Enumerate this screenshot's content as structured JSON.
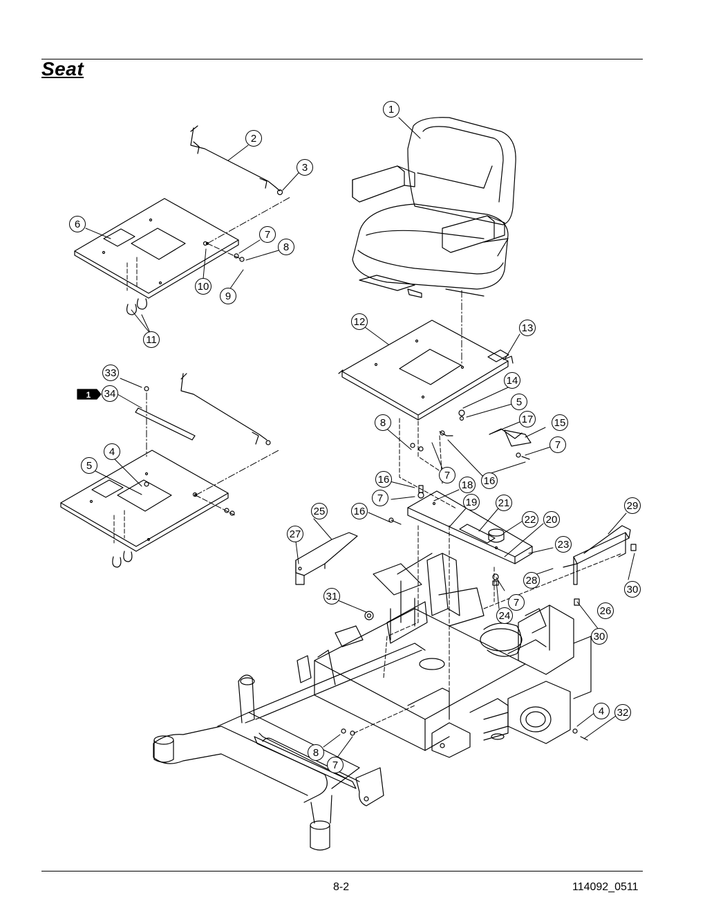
{
  "page": {
    "title": "Seat",
    "page_number": "8-2",
    "document_code": "114092_0511"
  },
  "note_flag": {
    "label": "1"
  },
  "callouts": [
    {
      "id": "c1",
      "label": "1"
    },
    {
      "id": "c2",
      "label": "2"
    },
    {
      "id": "c3",
      "label": "3"
    },
    {
      "id": "c6",
      "label": "6"
    },
    {
      "id": "c7a",
      "label": "7"
    },
    {
      "id": "c8a",
      "label": "8"
    },
    {
      "id": "c10",
      "label": "10"
    },
    {
      "id": "c9",
      "label": "9"
    },
    {
      "id": "c11",
      "label": "11"
    },
    {
      "id": "c12",
      "label": "12"
    },
    {
      "id": "c13",
      "label": "13"
    },
    {
      "id": "c14",
      "label": "14"
    },
    {
      "id": "c5a",
      "label": "5"
    },
    {
      "id": "c17",
      "label": "17"
    },
    {
      "id": "c15",
      "label": "15"
    },
    {
      "id": "c8b",
      "label": "8"
    },
    {
      "id": "c7b",
      "label": "7"
    },
    {
      "id": "c7c",
      "label": "7"
    },
    {
      "id": "c16a",
      "label": "16"
    },
    {
      "id": "c33",
      "label": "33"
    },
    {
      "id": "c34",
      "label": "34"
    },
    {
      "id": "c4a",
      "label": "4"
    },
    {
      "id": "c5b",
      "label": "5"
    },
    {
      "id": "c16b",
      "label": "16"
    },
    {
      "id": "c18",
      "label": "18"
    },
    {
      "id": "c7d",
      "label": "7"
    },
    {
      "id": "c19",
      "label": "19"
    },
    {
      "id": "c21",
      "label": "21"
    },
    {
      "id": "c22",
      "label": "22"
    },
    {
      "id": "c20",
      "label": "20"
    },
    {
      "id": "c16c",
      "label": "16"
    },
    {
      "id": "c25",
      "label": "25"
    },
    {
      "id": "c27",
      "label": "27"
    },
    {
      "id": "c29",
      "label": "29"
    },
    {
      "id": "c23",
      "label": "23"
    },
    {
      "id": "c28",
      "label": "28"
    },
    {
      "id": "c7e",
      "label": "7"
    },
    {
      "id": "c30a",
      "label": "30"
    },
    {
      "id": "c31",
      "label": "31"
    },
    {
      "id": "c24",
      "label": "24"
    },
    {
      "id": "c26",
      "label": "26"
    },
    {
      "id": "c30b",
      "label": "30"
    },
    {
      "id": "c4b",
      "label": "4"
    },
    {
      "id": "c32",
      "label": "32"
    },
    {
      "id": "c8c",
      "label": "8"
    },
    {
      "id": "c7f",
      "label": "7"
    }
  ]
}
